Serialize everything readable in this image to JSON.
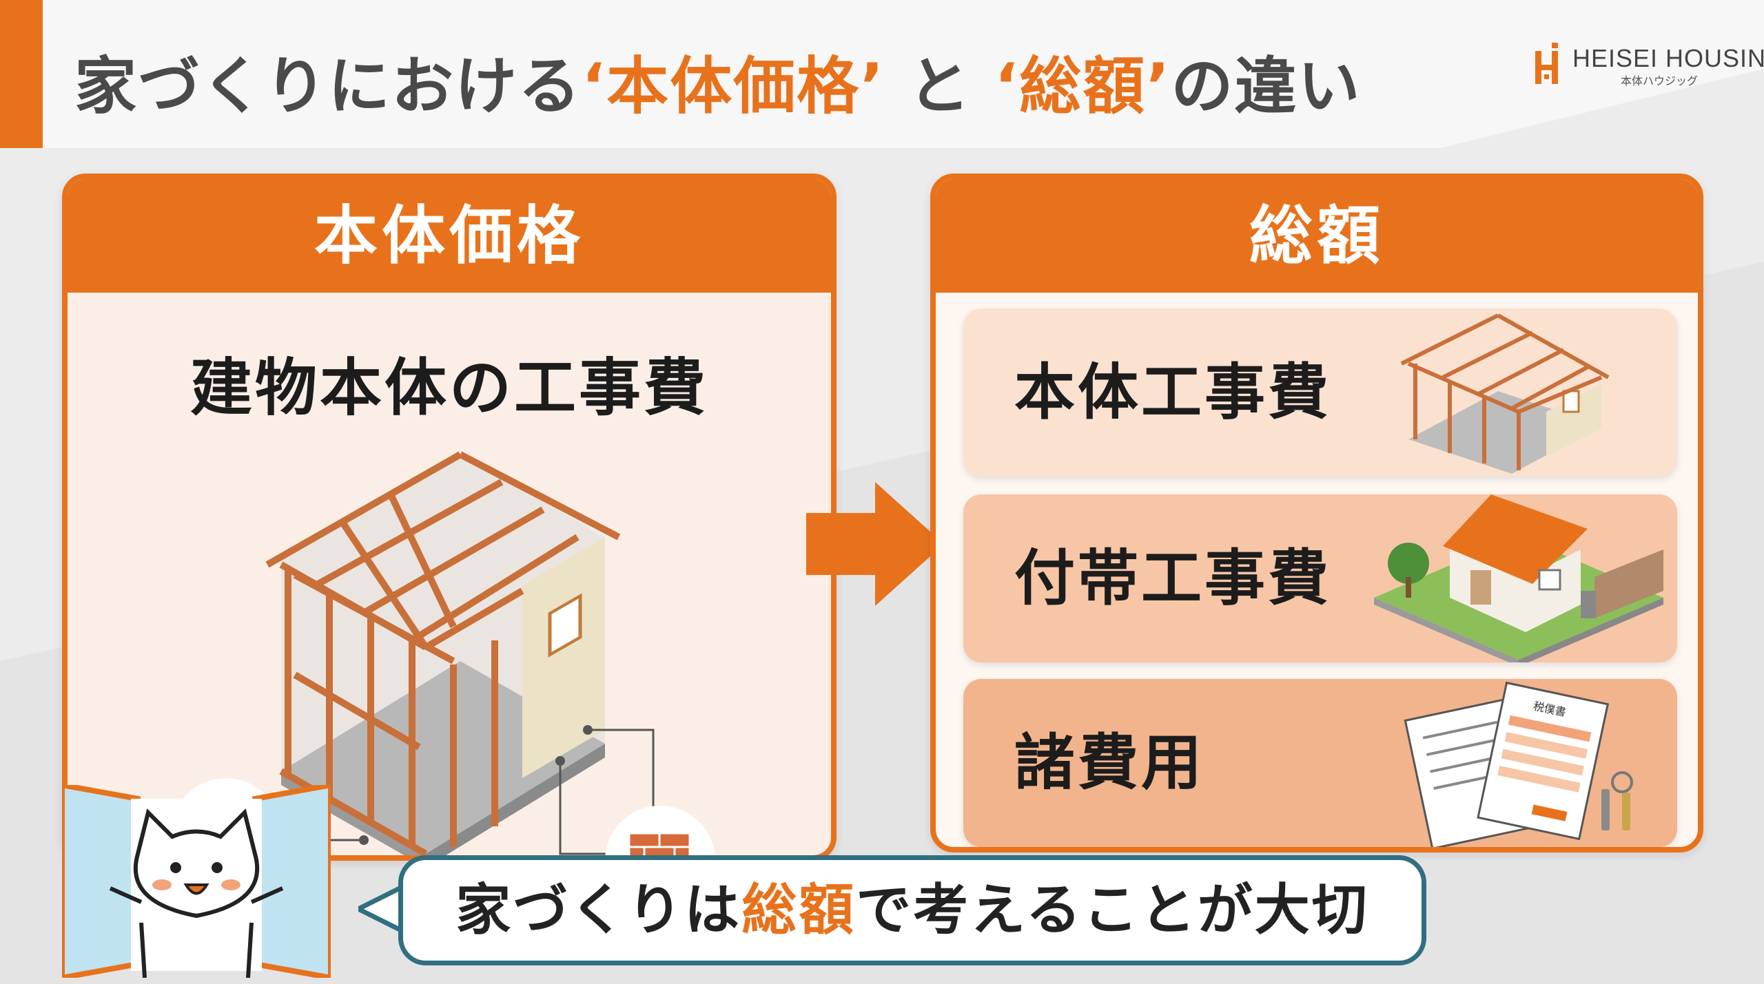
{
  "title": {
    "part1": "家づくりにおける",
    "highlight1": "‘本体価格’",
    "part2": "と",
    "highlight2": "‘総額’",
    "part3": "の違い"
  },
  "logo": {
    "text": "HEISEI HOUSING",
    "subtext": "本体ハウジッグ"
  },
  "left_panel": {
    "heading": "本体価格",
    "subheading": "建物本体の工事費"
  },
  "right_panel": {
    "heading": "総額",
    "items": [
      {
        "label": "本体工事費",
        "illustration": "house-frame-icon"
      },
      {
        "label": "付帯工事費",
        "illustration": "house-with-yard-icon"
      },
      {
        "label": "諸費用",
        "illustration": "documents-and-keys-icon"
      }
    ],
    "document_label": "税僕書"
  },
  "speech": {
    "part1": "家づくりは",
    "highlight": "総額",
    "part2": "で考えることが大切"
  },
  "colors": {
    "accent": "#e8721c",
    "speech_border": "#2f6f80",
    "text": "#1c1c1c"
  }
}
